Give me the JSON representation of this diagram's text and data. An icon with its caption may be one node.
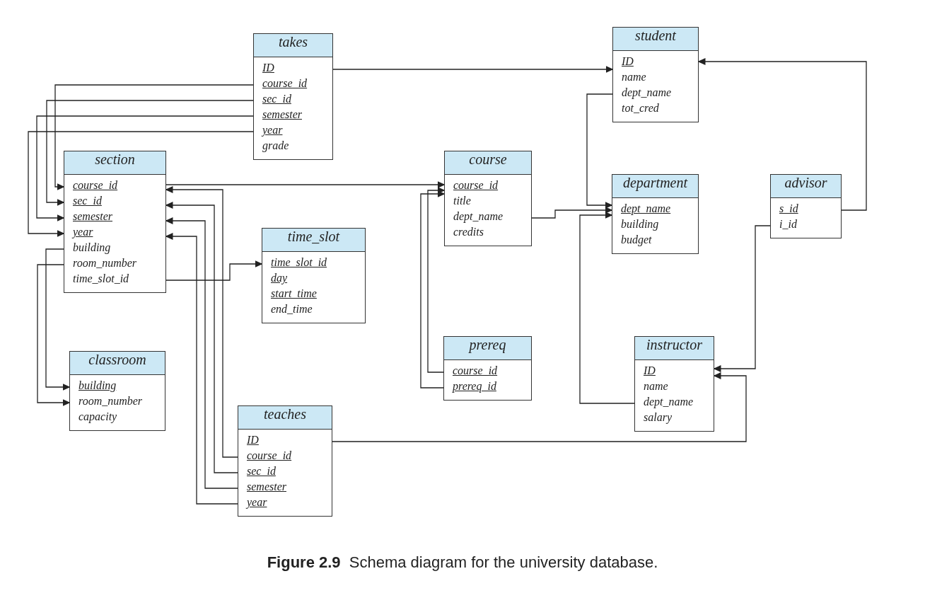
{
  "diagram": {
    "caption": "**Figure 2.9**  Schema diagram for the university database.",
    "nodes": [
      {
        "text": [
          "takes"
        ]
      },
      {
        "text": [
          "ID"
        ],
        "in": 0
      },
      {
        "text": [
          "course_id"
        ],
        "in": 0
      },
      {
        "text": [
          "sec_id"
        ],
        "in": 0
      },
      {
        "text": [
          "semester"
        ],
        "in": 0
      },
      {
        "text": [
          "year"
        ],
        "in": 0
      },
      {
        "text": [
          "grade"
        ],
        "in": 0
      },
      {
        "text": [
          "student"
        ]
      },
      {
        "text": [
          "ID"
        ],
        "in": 7
      },
      {
        "text": [
          "name"
        ],
        "in": 7
      },
      {
        "text": [
          "dept_name"
        ],
        "in": 7
      },
      {
        "text": [
          "tot_cred"
        ],
        "in": 7
      },
      {
        "text": [
          "section"
        ]
      },
      {
        "text": [
          "course_id"
        ],
        "in": 12
      },
      {
        "text": [
          "sec_id"
        ],
        "in": 12
      },
      {
        "text": [
          "semester"
        ],
        "in": 12
      },
      {
        "text": [
          "year"
        ],
        "in": 12
      },
      {
        "text": [
          "building"
        ],
        "in": 12
      },
      {
        "text": [
          "room_number"
        ],
        "in": 12
      },
      {
        "text": [
          "time_slot_id"
        ],
        "in": 12
      },
      {
        "text": [
          "course"
        ]
      },
      {
        "text": [
          "course_id"
        ],
        "in": 20
      },
      {
        "text": [
          "title"
        ],
        "in": 20
      },
      {
        "text": [
          "dept_name"
        ],
        "in": 20
      },
      {
        "text": [
          "credits"
        ],
        "in": 20
      },
      {
        "text": [
          "department"
        ]
      },
      {
        "text": [
          "dept_name"
        ],
        "in": 25
      },
      {
        "text": [
          "building"
        ],
        "in": 25
      },
      {
        "text": [
          "budget"
        ],
        "in": 25
      },
      {
        "text": [
          "advisor"
        ]
      },
      {
        "text": [
          "s_id"
        ],
        "in": 29
      },
      {
        "text": [
          "i_id"
        ],
        "in": 29
      },
      {
        "text": [
          "time_slot"
        ]
      },
      {
        "text": [
          "time_slot_id"
        ],
        "in": 32
      },
      {
        "text": [
          "day"
        ],
        "in": 32
      },
      {
        "text": [
          "start_time"
        ],
        "in": 32
      },
      {
        "text": [
          "end_time"
        ],
        "in": 32
      },
      {
        "text": [
          "prereq"
        ]
      },
      {
        "text": [
          "course_id"
        ],
        "in": 37
      },
      {
        "text": [
          "prereq_id"
        ],
        "in": 37
      },
      {
        "text": [
          "instructor"
        ]
      },
      {
        "text": [
          "ID"
        ],
        "in": 40
      },
      {
        "text": [
          "name"
        ],
        "in": 40
      },
      {
        "text": [
          "dept_name"
        ],
        "in": 40
      },
      {
        "text": [
          "salary"
        ],
        "in": 40
      },
      {
        "text": [
          "classroom"
        ]
      },
      {
        "text": [
          "building"
        ],
        "in": 45
      },
      {
        "text": [
          "room_number"
        ],
        "in": 45
      },
      {
        "text": [
          "capacity"
        ],
        "in": 45
      },
      {
        "text": [
          "teaches"
        ]
      },
      {
        "text": [
          "ID"
        ],
        "in": 49
      },
      {
        "text": [
          "course_id"
        ],
        "in": 49
      },
      {
        "text": [
          "sec_id"
        ],
        "in": 49
      },
      {
        "text": [
          "semester"
        ],
        "in": 49
      },
      {
        "text": [
          "year"
        ],
        "in": 49
      }
    ],
    "edges": [
      {
        "from": 1,
        "to": 8,
        "arrow": "to"
      },
      {
        "from": 2,
        "to": 13,
        "arrow": "to"
      },
      {
        "from": 3,
        "to": 14,
        "arrow": "to"
      },
      {
        "from": 4,
        "to": 15,
        "arrow": "to"
      },
      {
        "from": 5,
        "to": 16,
        "arrow": "to"
      },
      {
        "from": 13,
        "to": 21,
        "arrow": "to"
      },
      {
        "from": 17,
        "to": 46,
        "arrow": "to"
      },
      {
        "from": 18,
        "to": 47,
        "arrow": "to"
      },
      {
        "from": 19,
        "to": 33,
        "arrow": "to"
      },
      {
        "from": 51,
        "to": 13,
        "arrow": "to"
      },
      {
        "from": 52,
        "to": 14,
        "arrow": "to"
      },
      {
        "from": 53,
        "to": 15,
        "arrow": "to"
      },
      {
        "from": 54,
        "to": 16,
        "arrow": "to"
      },
      {
        "from": 50,
        "to": 41,
        "arrow": "to"
      },
      {
        "from": 38,
        "to": 21,
        "arrow": "to"
      },
      {
        "from": 39,
        "to": 21,
        "arrow": "to"
      },
      {
        "from": 23,
        "to": 26,
        "arrow": "to"
      },
      {
        "from": 10,
        "to": 26,
        "arrow": "to"
      },
      {
        "from": 43,
        "to": 26,
        "arrow": "to"
      },
      {
        "from": 30,
        "to": 8,
        "arrow": "to"
      },
      {
        "from": 31,
        "to": 41,
        "arrow": "to"
      }
    ]
  }
}
